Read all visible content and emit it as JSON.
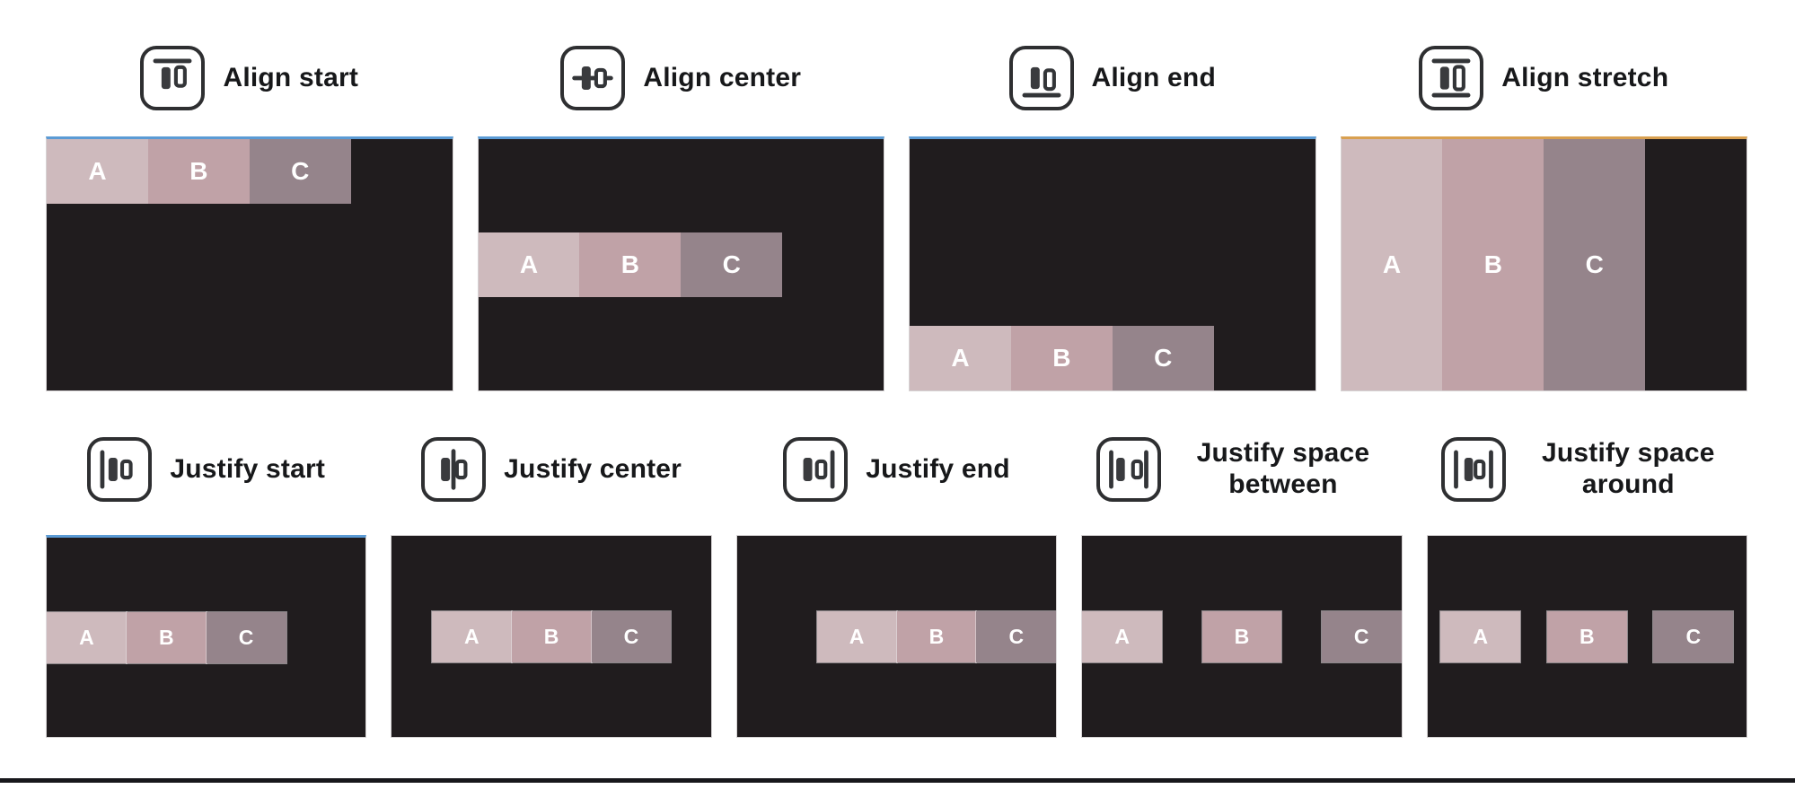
{
  "figure": {
    "title_implicit": "Flexbox alignment and justification examples",
    "box_labels": [
      "A",
      "B",
      "C"
    ],
    "colors": {
      "page_background": "#ffffff",
      "panel_background": "#201c1e",
      "panel_border": "#d6d3d4",
      "box_a": "#cebabd",
      "box_b": "#c0a2a7",
      "box_c": "#95848b",
      "accent_blue_top_line": "#5b9bd5",
      "accent_orange_top_line": "#d9a050",
      "icon_stroke": "#333538",
      "label_text": "#17181a",
      "bottom_rule": "#17171b"
    },
    "rows": [
      {
        "cards": [
          {
            "label": "Align start",
            "icon": "align-start-icon"
          },
          {
            "label": "Align center",
            "icon": "align-center-icon"
          },
          {
            "label": "Align end",
            "icon": "align-end-icon"
          },
          {
            "label": "Align stretch",
            "icon": "align-stretch-icon"
          }
        ]
      },
      {
        "cards": [
          {
            "label": "Justify start",
            "icon": "justify-start-icon"
          },
          {
            "label": "Justify center",
            "icon": "justify-center-icon"
          },
          {
            "label": "Justify end",
            "icon": "justify-end-icon"
          },
          {
            "label": "Justify space between",
            "icon": "justify-space-between-icon"
          },
          {
            "label": "Justify space around",
            "icon": "justify-space-around-icon"
          }
        ]
      }
    ]
  }
}
